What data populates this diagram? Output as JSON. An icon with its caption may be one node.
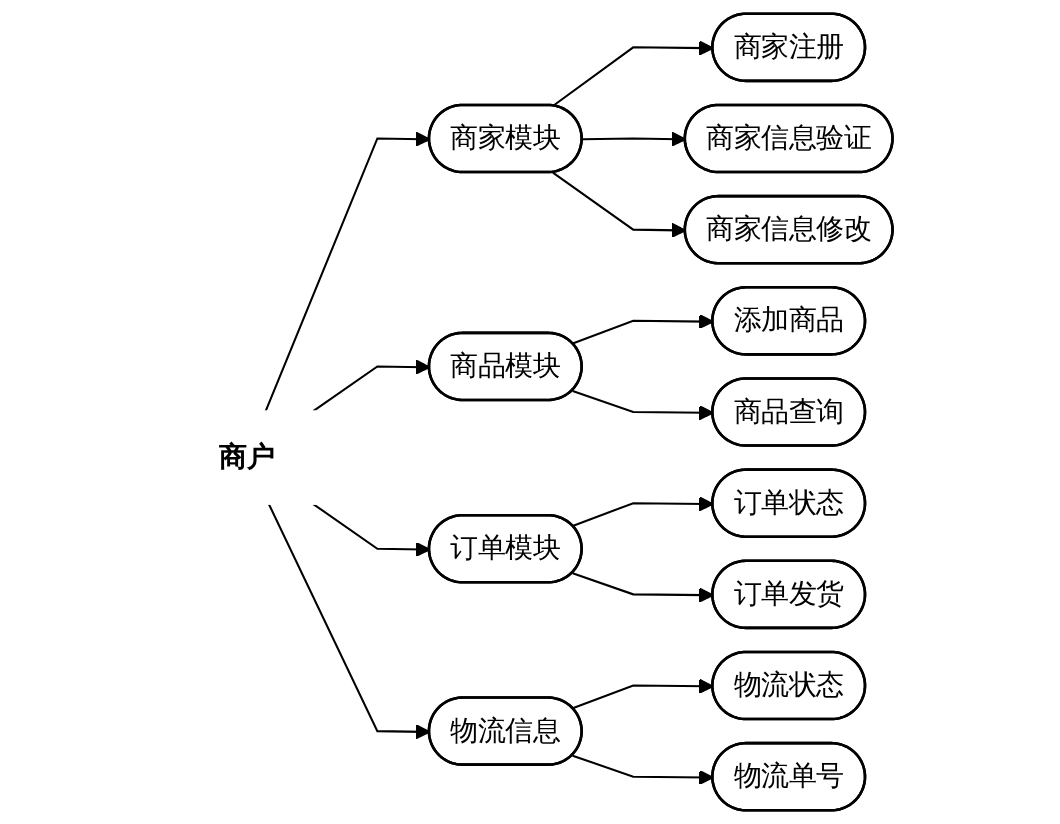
{
  "diagram": {
    "nodes": [
      {
        "text": [
          "商户"
        ]
      },
      {
        "text": [
          "商家模块"
        ]
      },
      {
        "text": [
          "商家注册"
        ]
      },
      {
        "text": [
          "商家信息验证"
        ]
      },
      {
        "text": [
          "商家信息修改"
        ]
      },
      {
        "text": [
          "商品模块"
        ]
      },
      {
        "text": [
          "添加商品"
        ]
      },
      {
        "text": [
          "商品查询"
        ]
      },
      {
        "text": [
          "订单模块"
        ]
      },
      {
        "text": [
          "订单状态"
        ]
      },
      {
        "text": [
          "订单发货"
        ]
      },
      {
        "text": [
          "物流信息"
        ]
      },
      {
        "text": [
          "物流状态"
        ]
      },
      {
        "text": [
          "物流单号"
        ]
      }
    ],
    "edges": [
      {
        "from": 0,
        "to": 1,
        "arrow": "to"
      },
      {
        "from": 0,
        "to": 5,
        "arrow": "to"
      },
      {
        "from": 0,
        "to": 8,
        "arrow": "to"
      },
      {
        "from": 0,
        "to": 11,
        "arrow": "to"
      },
      {
        "from": 1,
        "to": 2,
        "arrow": "to"
      },
      {
        "from": 1,
        "to": 3,
        "arrow": "to"
      },
      {
        "from": 1,
        "to": 4,
        "arrow": "to"
      },
      {
        "from": 5,
        "to": 6,
        "arrow": "to"
      },
      {
        "from": 5,
        "to": 7,
        "arrow": "to"
      },
      {
        "from": 8,
        "to": 9,
        "arrow": "to"
      },
      {
        "from": 8,
        "to": 10,
        "arrow": "to"
      },
      {
        "from": 11,
        "to": 12,
        "arrow": "to"
      },
      {
        "from": 11,
        "to": 13,
        "arrow": "to"
      }
    ]
  }
}
